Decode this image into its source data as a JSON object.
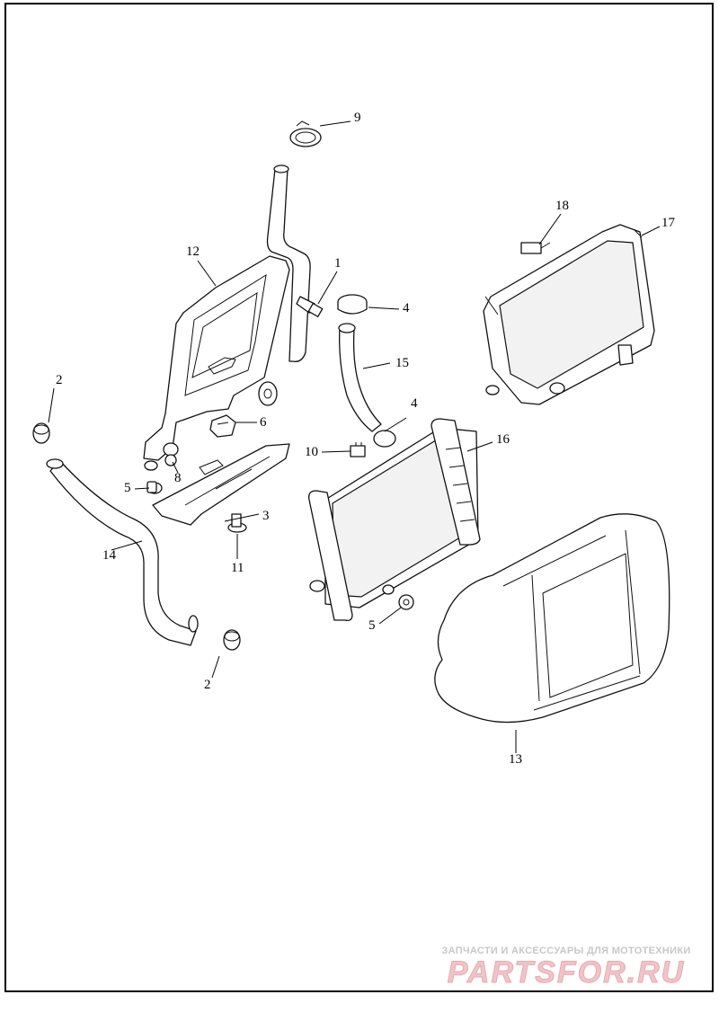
{
  "callouts": {
    "c1": "1",
    "c2a": "2",
    "c2b": "2",
    "c3": "3",
    "c4a": "4",
    "c4b": "4",
    "c5a": "5",
    "c5b": "5",
    "c6": "6",
    "c8": "8",
    "c9": "9",
    "c10": "10",
    "c11": "11",
    "c12": "12",
    "c13": "13",
    "c14": "14",
    "c15": "15",
    "c16": "16",
    "c17": "17",
    "c18": "18"
  },
  "watermark": {
    "caption": "ЗАПЧАСТИ И АКСЕССУАРЫ ДЛЯ МОТОТЕХНИКИ",
    "logo": "PARTSFOR.RU"
  }
}
